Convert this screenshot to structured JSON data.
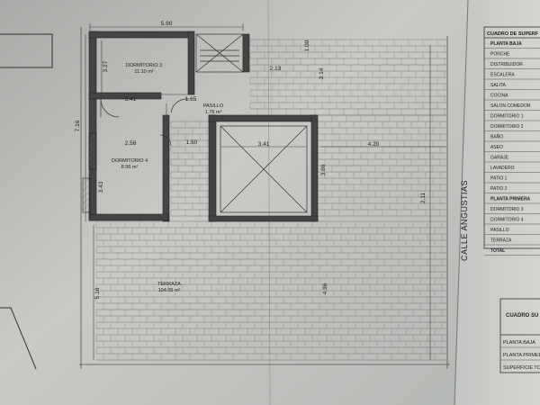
{
  "plan": {
    "dimensions": {
      "top_width": "5.90",
      "left_height": "7.16",
      "dorm3_height": "3.27",
      "dorm3_width": "3.41",
      "pasillo_width": "1.65",
      "dorm4_width": "2.58",
      "dorm4_height": "3.43",
      "pasillo_gap": "1.50",
      "patio_width": "3.41",
      "patio_height": "3.86",
      "right_width": "4.20",
      "upper_stair_width": "2.13",
      "upper_stair_height": "1.00",
      "right_height_a": "3.14",
      "right_height_b": "2.11",
      "terraza_left": "5.16",
      "terraza_center": "4.96"
    },
    "rooms": {
      "dorm3": {
        "name": "DORMITORIO 3",
        "area": "11.10 m²"
      },
      "pasillo": {
        "name": "PASILLO",
        "area": "1.76 m²"
      },
      "dorm4": {
        "name": "DORMITORIO 4",
        "area": "8.96 m²"
      },
      "terraza": {
        "name": "TERRAZA",
        "area": "104.05 m²"
      }
    },
    "street_label": "CALLE ANGUSTIAS"
  },
  "cuadro_superficies": {
    "title": "CUADRO DE SUPERF",
    "rows": [
      "PLANTA BAJA",
      "PORCHE",
      "DISTRIBUIDOR",
      "ESCALERA",
      "SALITA",
      "COCINA",
      "SALON COMEDOR",
      "DORMITORIO 1",
      "DORMITORIO 2",
      "BAÑO",
      "ASEO",
      "GARAJE",
      "LAVADERO",
      "PATIO 1",
      "PATIO 2",
      "PLANTA PRIMERA",
      "DORMITORIO 3",
      "DORMITORIO 4",
      "PASILLO",
      "TERRAZA",
      "TOTAL"
    ]
  },
  "cuadro_resumen": {
    "title": "CUADRO SU",
    "rows": [
      "PLANTA BAJA",
      "PLANTA PRIMER",
      "SUPERFICIE TO"
    ]
  }
}
